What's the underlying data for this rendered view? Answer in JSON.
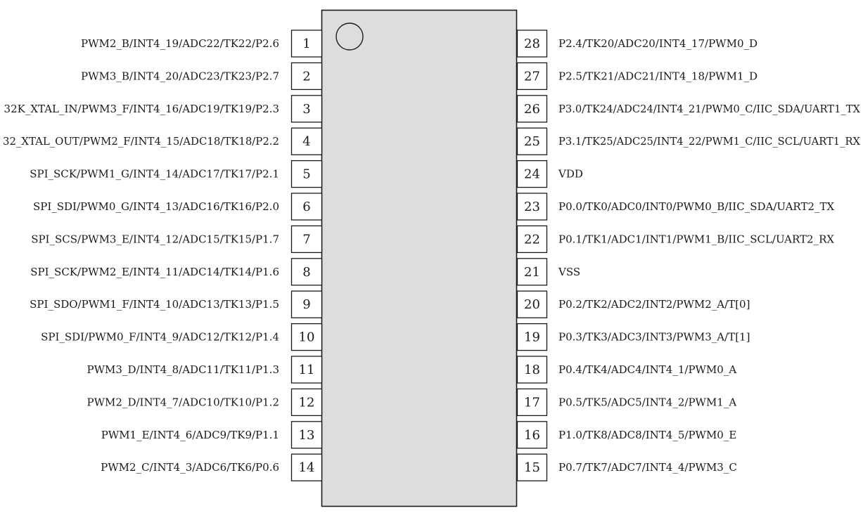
{
  "chip": {
    "body_color": "#dcdddd",
    "pin1_marker": "circle-outline"
  },
  "pins_left": [
    {
      "number": "1",
      "label": "PWM2_B/INT4_19/ADC22/TK22/P2.6"
    },
    {
      "number": "2",
      "label": "PWM3_B/INT4_20/ADC23/TK23/P2.7"
    },
    {
      "number": "3",
      "label": "32K_XTAL_IN/PWM3_F/INT4_16/ADC19/TK19/P2.3"
    },
    {
      "number": "4",
      "label": "32_XTAL_OUT/PWM2_F/INT4_15/ADC18/TK18/P2.2"
    },
    {
      "number": "5",
      "label": "SPI_SCK/PWM1_G/INT4_14/ADC17/TK17/P2.1"
    },
    {
      "number": "6",
      "label": "SPI_SDI/PWM0_G/INT4_13/ADC16/TK16/P2.0"
    },
    {
      "number": "7",
      "label": "SPI_SCS/PWM3_E/INT4_12/ADC15/TK15/P1.7"
    },
    {
      "number": "8",
      "label": "SPI_SCK/PWM2_E/INT4_11/ADC14/TK14/P1.6"
    },
    {
      "number": "9",
      "label": "SPI_SDO/PWM1_F/INT4_10/ADC13/TK13/P1.5"
    },
    {
      "number": "10",
      "label": "SPI_SDI/PWM0_F/INT4_9/ADC12/TK12/P1.4"
    },
    {
      "number": "11",
      "label": "PWM3_D/INT4_8/ADC11/TK11/P1.3"
    },
    {
      "number": "12",
      "label": "PWM2_D/INT4_7/ADC10/TK10/P1.2"
    },
    {
      "number": "13",
      "label": "PWM1_E/INT4_6/ADC9/TK9/P1.1"
    },
    {
      "number": "14",
      "label": "PWM2_C/INT4_3/ADC6/TK6/P0.6"
    }
  ],
  "pins_right": [
    {
      "number": "28",
      "label": "P2.4/TK20/ADC20/INT4_17/PWM0_D"
    },
    {
      "number": "27",
      "label": "P2.5/TK21/ADC21/INT4_18/PWM1_D"
    },
    {
      "number": "26",
      "label": "P3.0/TK24/ADC24/INT4_21/PWM0_C/IIC_SDA/UART1_TX"
    },
    {
      "number": "25",
      "label": "P3.1/TK25/ADC25/INT4_22/PWM1_C/IIC_SCL/UART1_RX"
    },
    {
      "number": "24",
      "label": "VDD"
    },
    {
      "number": "23",
      "label": "P0.0/TK0/ADC0/INT0/PWM0_B/IIC_SDA/UART2_TX"
    },
    {
      "number": "22",
      "label": "P0.1/TK1/ADC1/INT1/PWM1_B/IIC_SCL/UART2_RX"
    },
    {
      "number": "21",
      "label": "VSS"
    },
    {
      "number": "20",
      "label": "P0.2/TK2/ADC2/INT2/PWM2_A/T[0]"
    },
    {
      "number": "19",
      "label": "P0.3/TK3/ADC3/INT3/PWM3_A/T[1]"
    },
    {
      "number": "18",
      "label": "P0.4/TK4/ADC4/INT4_1/PWM0_A"
    },
    {
      "number": "17",
      "label": "P0.5/TK5/ADC5/INT4_2/PWM1_A"
    },
    {
      "number": "16",
      "label": "P1.0/TK8/ADC8/INT4_5/PWM0_E"
    },
    {
      "number": "15",
      "label": "P0.7/TK7/ADC7/INT4_4/PWM3_C"
    }
  ]
}
